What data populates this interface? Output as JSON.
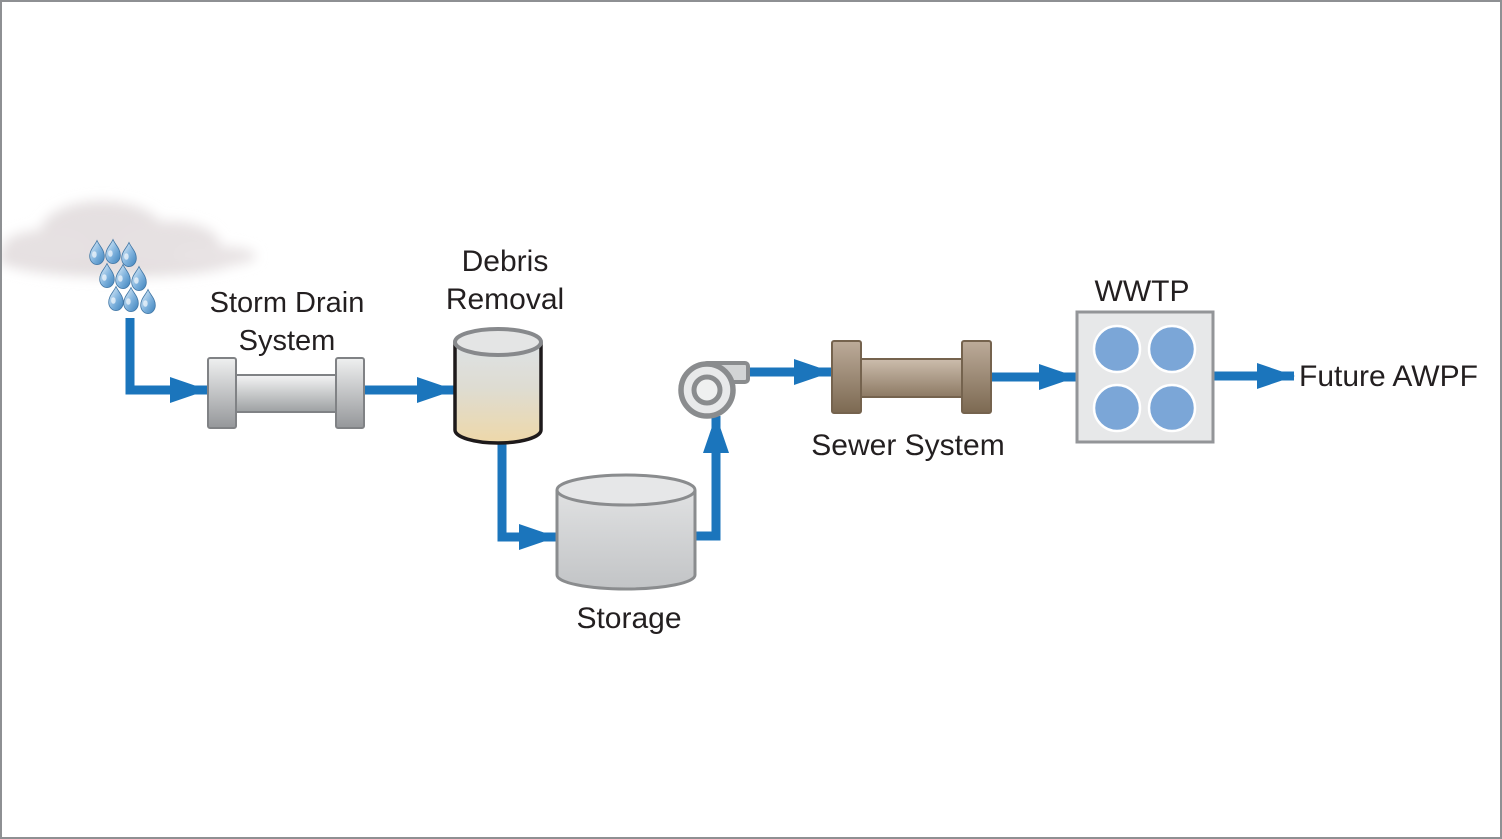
{
  "diagram": {
    "type": "process-flow",
    "flow_order": [
      "Rain",
      "Storm Drain System",
      "Debris Removal",
      "Storage",
      "Pump",
      "Sewer System",
      "WWTP",
      "Future AWPF"
    ],
    "labels": {
      "storm_drain_line1": "Storm Drain",
      "storm_drain_line2": "System",
      "debris_line1": "Debris",
      "debris_line2": "Removal",
      "storage": "Storage",
      "sewer": "Sewer System",
      "wwtp": "WWTP",
      "future_awpf": "Future AWPF"
    },
    "colors": {
      "arrow_blue": "#1b75bc",
      "text": "#231f20",
      "pipe_outline": "#808285",
      "pipe_gray_light": "#eff0f0",
      "pipe_gray_dark": "#95979a",
      "sewer_outline": "#75634e",
      "sewer_brown_light": "#ccbdad",
      "sewer_brown_dark": "#8d7a64",
      "debris_tank_tan": "#eed8a9",
      "storage_tank_gray": "#d9dadb",
      "wwtp_fill": "#e7e8e9",
      "wwtp_circle_blue": "#7ba6d7",
      "cloud_gray": "#e3dedf",
      "raindrop_blue": "#3c81bb"
    }
  }
}
